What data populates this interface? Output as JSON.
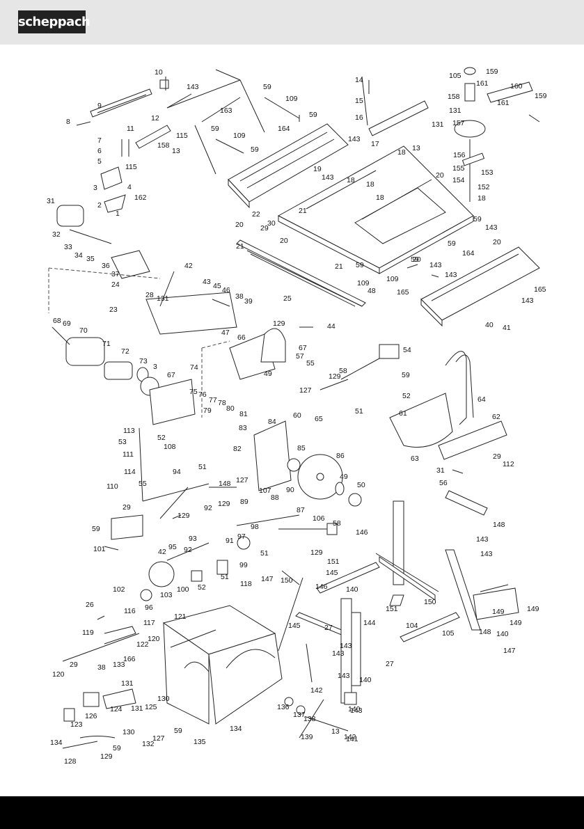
{
  "header": {
    "brand": "scheppach"
  },
  "diagram": {
    "labels": [
      "10",
      "143",
      "59",
      "109",
      "59",
      "14",
      "15",
      "16",
      "105",
      "159",
      "160",
      "159",
      "158",
      "131",
      "161",
      "161",
      "157",
      "131",
      "9",
      "8",
      "11",
      "12",
      "7",
      "6",
      "5",
      "115",
      "158",
      "13",
      "115",
      "3",
      "4",
      "162",
      "2",
      "1",
      "163",
      "59",
      "109",
      "59",
      "164",
      "143",
      "17",
      "18",
      "13",
      "156",
      "155",
      "154",
      "153",
      "152",
      "18",
      "18",
      "18",
      "18",
      "20",
      "143",
      "19",
      "22",
      "21",
      "20",
      "29",
      "30",
      "31",
      "32",
      "33",
      "34",
      "35",
      "36",
      "37",
      "24",
      "23",
      "21",
      "20",
      "21",
      "59",
      "109",
      "59",
      "143",
      "20",
      "164",
      "59",
      "20",
      "109",
      "59",
      "143",
      "143",
      "165",
      "165",
      "143",
      "40",
      "41",
      "42",
      "43",
      "45",
      "46",
      "38",
      "39",
      "28",
      "131",
      "25",
      "44",
      "48",
      "47",
      "129",
      "66",
      "67",
      "68",
      "69",
      "70",
      "71",
      "72",
      "73",
      "3",
      "67",
      "74",
      "75",
      "76",
      "77",
      "78",
      "79",
      "80",
      "81",
      "82",
      "83",
      "84",
      "85",
      "86",
      "49",
      "50",
      "49",
      "57",
      "55",
      "54",
      "58",
      "129",
      "59",
      "127",
      "52",
      "51",
      "65",
      "60",
      "64",
      "61",
      "62",
      "63",
      "31",
      "29",
      "112",
      "56",
      "113",
      "53",
      "111",
      "108",
      "52",
      "51",
      "148",
      "127",
      "107",
      "129",
      "92",
      "94",
      "114",
      "110",
      "55",
      "29",
      "129",
      "90",
      "89",
      "88",
      "87",
      "106",
      "58",
      "59",
      "101",
      "102",
      "42",
      "103",
      "100",
      "96",
      "95",
      "93",
      "92",
      "91",
      "97",
      "98",
      "99",
      "51",
      "52",
      "51",
      "129",
      "151",
      "150",
      "149",
      "148",
      "143",
      "143",
      "146",
      "147",
      "146",
      "145",
      "140",
      "145",
      "151",
      "150",
      "149",
      "149",
      "148",
      "140",
      "147",
      "105",
      "104",
      "26",
      "116",
      "117",
      "121",
      "118",
      "119",
      "120",
      "122",
      "166",
      "120",
      "29",
      "38",
      "133",
      "131",
      "130",
      "125",
      "126",
      "124",
      "123",
      "134",
      "130",
      "131",
      "132",
      "127",
      "128",
      "129",
      "59",
      "59",
      "134",
      "135",
      "136",
      "137",
      "138",
      "139",
      "13",
      "142",
      "141",
      "140",
      "142",
      "143",
      "143",
      "143",
      "27",
      "27",
      "144",
      "143",
      "140"
    ]
  }
}
